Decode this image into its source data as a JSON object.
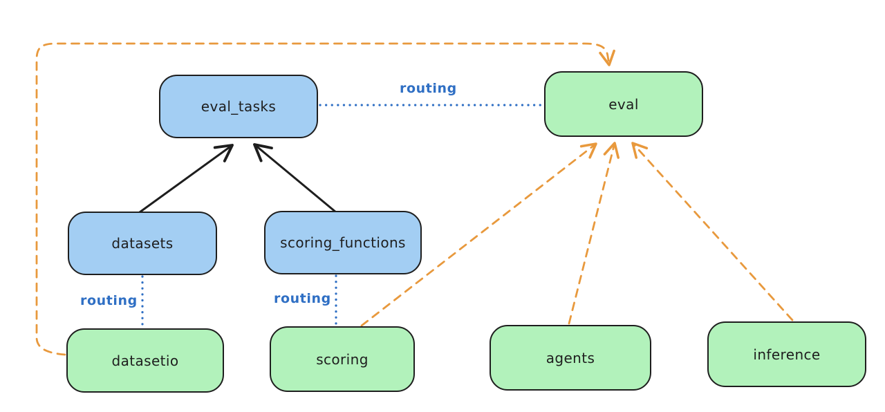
{
  "diagram": {
    "nodes": {
      "eval_tasks": {
        "label": "eval_tasks",
        "kind": "resource",
        "fill": "#a3cef3"
      },
      "eval": {
        "label": "eval",
        "kind": "api",
        "fill": "#b2f2bb"
      },
      "datasets": {
        "label": "datasets",
        "kind": "resource",
        "fill": "#a3cef3"
      },
      "scoring_functions": {
        "label": "scoring_functions",
        "kind": "resource",
        "fill": "#a3cef3"
      },
      "datasetio": {
        "label": "datasetio",
        "kind": "api",
        "fill": "#b2f2bb"
      },
      "scoring": {
        "label": "scoring",
        "kind": "api",
        "fill": "#b2f2bb"
      },
      "agents": {
        "label": "agents",
        "kind": "api",
        "fill": "#b2f2bb"
      },
      "inference": {
        "label": "inference",
        "kind": "api",
        "fill": "#b2f2bb"
      }
    },
    "edge_labels": {
      "routing_eval": "routing",
      "routing_datasets": "routing",
      "routing_scoring": "routing"
    },
    "edges": [
      {
        "from": "datasets",
        "to": "eval_tasks",
        "style": "solid-arrow",
        "color": "#1e1e1e"
      },
      {
        "from": "scoring_functions",
        "to": "eval_tasks",
        "style": "solid-arrow",
        "color": "#1e1e1e"
      },
      {
        "from": "eval_tasks",
        "to": "eval",
        "style": "dotted-line",
        "label": "routing",
        "color": "#2f6fc4"
      },
      {
        "from": "datasets",
        "to": "datasetio",
        "style": "dotted-line",
        "label": "routing",
        "color": "#2f6fc4"
      },
      {
        "from": "scoring_functions",
        "to": "scoring",
        "style": "dotted-line",
        "label": "routing",
        "color": "#2f6fc4"
      },
      {
        "from": "datasetio",
        "to": "eval",
        "style": "dashed-arrow",
        "color": "#e8993d"
      },
      {
        "from": "scoring",
        "to": "eval",
        "style": "dashed-arrow",
        "color": "#e8993d"
      },
      {
        "from": "agents",
        "to": "eval",
        "style": "dashed-arrow",
        "color": "#e8993d"
      },
      {
        "from": "inference",
        "to": "eval",
        "style": "dashed-arrow",
        "color": "#e8993d"
      }
    ],
    "colors": {
      "background": "#ffffff",
      "node_stroke": "#1e1e1e",
      "resource_fill": "#a3cef3",
      "api_fill": "#b2f2bb",
      "routing_blue": "#2f6fc4",
      "dependency_orange": "#e8993d"
    }
  }
}
